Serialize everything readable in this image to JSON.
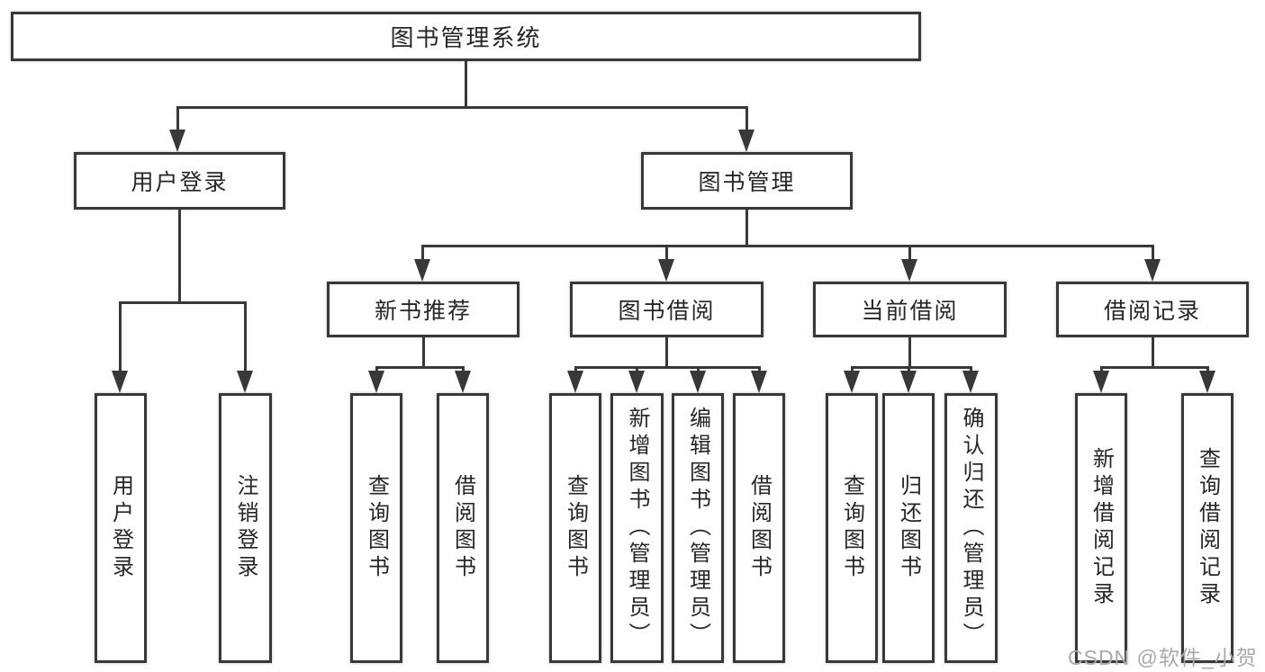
{
  "colors": {
    "line": "#383838",
    "text": "#262626",
    "watermark": "#a9a9a9",
    "background": "#ffffff"
  },
  "nodes": {
    "root": "图书管理系统",
    "user_login": "用户登录",
    "book_management": "图书管理",
    "new_book_recommend": "新书推荐",
    "book_borrow": "图书借阅",
    "current_borrow": "当前借阅",
    "borrow_records": "借阅记录",
    "leaf_user_login": "用户登录",
    "leaf_logout": "注销登录",
    "leaf_nb_query_book": "查询图书",
    "leaf_nb_borrow_book": "借阅图书",
    "leaf_bb_query_book": "查询图书",
    "leaf_bb_add_book_admin": "新增图书（管理员）",
    "leaf_bb_edit_book_admin": "编辑图书（管理员）",
    "leaf_bb_borrow_book": "借阅图书",
    "leaf_cb_query_book": "查询图书",
    "leaf_cb_return_book": "归还图书",
    "leaf_cb_confirm_return_admin": "确认归还（管理员）",
    "leaf_br_add_record": "新增借阅记录",
    "leaf_br_query_record": "查询借阅记录"
  },
  "structure": {
    "图书管理系统": [
      "用户登录",
      "图书管理"
    ],
    "用户登录": [
      "用户登录",
      "注销登录"
    ],
    "图书管理": [
      "新书推荐",
      "图书借阅",
      "当前借阅",
      "借阅记录"
    ],
    "新书推荐": [
      "查询图书",
      "借阅图书"
    ],
    "图书借阅": [
      "查询图书",
      "新增图书（管理员）",
      "编辑图书（管理员）",
      "借阅图书"
    ],
    "当前借阅": [
      "查询图书",
      "归还图书",
      "确认归还（管理员）"
    ],
    "借阅记录": [
      "新增借阅记录",
      "查询借阅记录"
    ]
  },
  "watermark": {
    "text": "CSDN @软件_小贺同学"
  }
}
